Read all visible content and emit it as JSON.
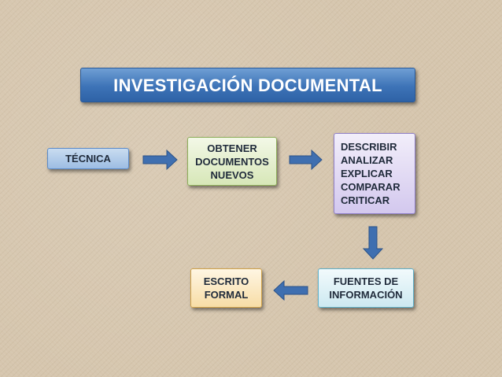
{
  "diagram": {
    "title": "INVESTIGACIÓN DOCUMENTAL",
    "tecnica": "TÉCNICA",
    "obtener": [
      "OBTENER",
      "DOCUMENTOS",
      "NUEVOS"
    ],
    "describir": [
      "DESCRIBIR",
      "ANALIZAR",
      "EXPLICAR",
      "COMPARAR",
      "CRITICAR"
    ],
    "fuentes": [
      "FUENTES DE",
      "INFORMACIÓN"
    ],
    "escrito": [
      "ESCRITO",
      "FORMAL"
    ]
  },
  "colors": {
    "background": "#d6c6ae",
    "title_fill": "#3d73b7",
    "arrow_fill": "#3f6fb0"
  }
}
